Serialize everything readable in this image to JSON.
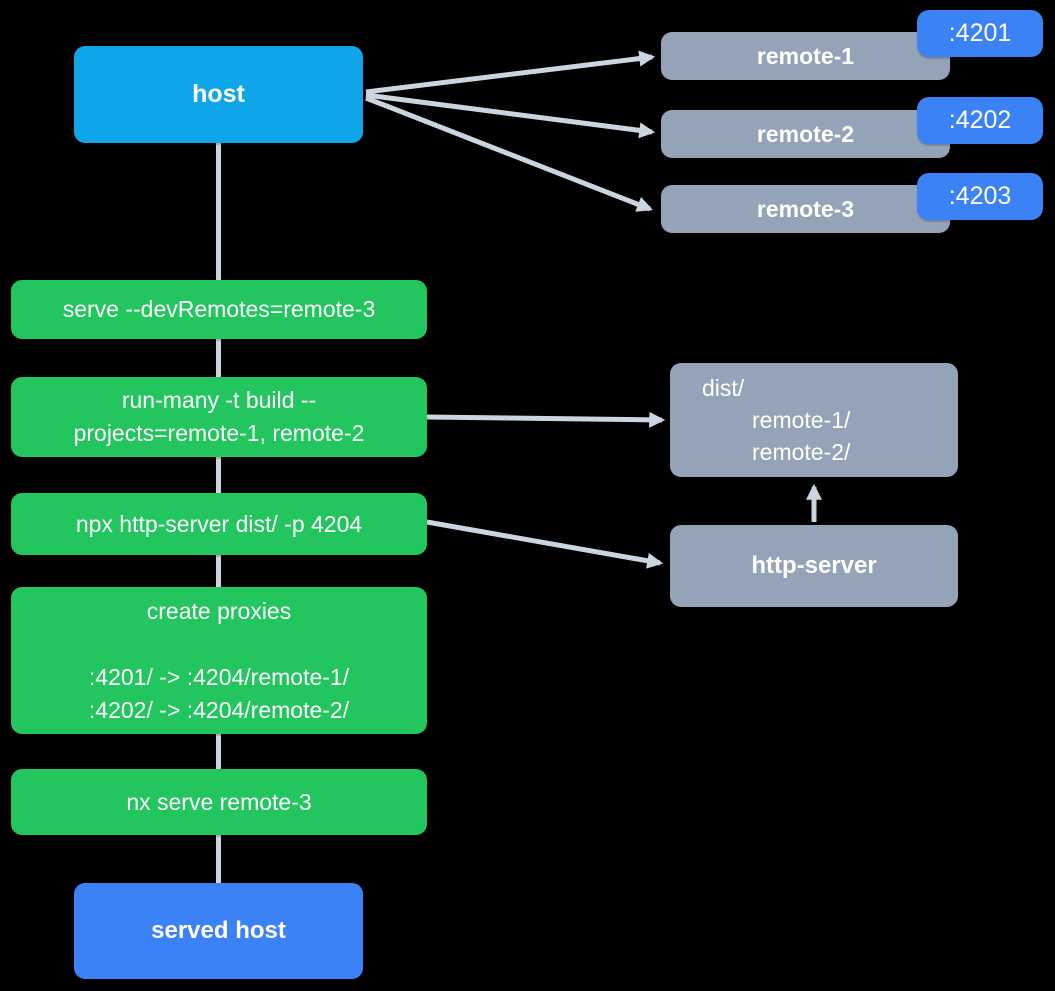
{
  "diagram": {
    "host": {
      "label": "host"
    },
    "remotes": [
      {
        "label": "remote-1",
        "port": ":4201"
      },
      {
        "label": "remote-2",
        "port": ":4202"
      },
      {
        "label": "remote-3",
        "port": ":4203"
      }
    ],
    "steps": [
      {
        "lines": [
          "serve --devRemotes=remote-3"
        ]
      },
      {
        "lines": [
          "run-many -t build --",
          "projects=remote-1, remote-2"
        ]
      },
      {
        "lines": [
          "npx http-server dist/ -p 4204"
        ]
      },
      {
        "lines": [
          "create proxies",
          "",
          ":4201/ -> :4204/remote-1/",
          ":4202/ -> :4204/remote-2/"
        ]
      },
      {
        "lines": [
          "nx serve remote-3"
        ]
      }
    ],
    "dist": {
      "lines": [
        "dist/",
        "remote-1/",
        "remote-2/"
      ]
    },
    "http_server": {
      "label": "http-server"
    },
    "served_host": {
      "label": "served host"
    },
    "colors": {
      "background": "#000000",
      "host": "#0ea5e9",
      "served_host": "#3b82f6",
      "port_badge": "#3b82f6",
      "remote": "#94a3b8",
      "step": "#22c55e",
      "connector": "#cbd5e1",
      "text": "#ffffff"
    }
  }
}
